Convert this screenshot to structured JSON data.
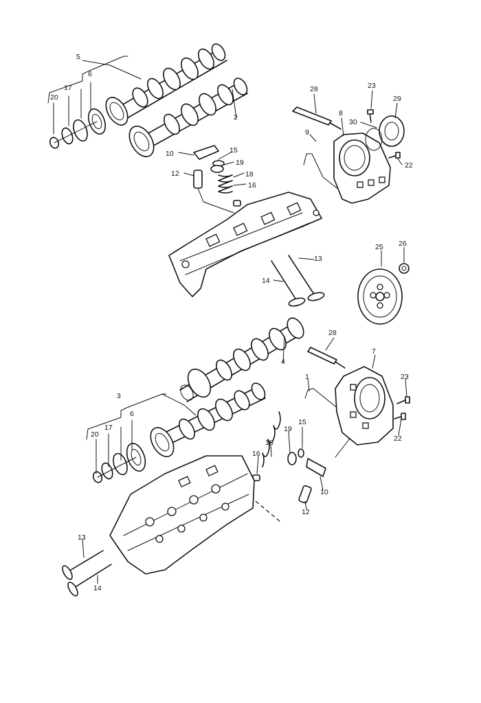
{
  "callouts": {
    "n1": "1",
    "n2": "2",
    "n3": "3",
    "n4": "4",
    "n5": "5",
    "n6": "6",
    "n6b": "6",
    "n7": "7",
    "n8": "8",
    "n9": "9",
    "n10a": "10",
    "n10b": "10",
    "n12a": "12",
    "n12b": "12",
    "n13a": "13",
    "n13b": "13",
    "n14a": "14",
    "n14b": "14",
    "n15a": "15",
    "n15b": "15",
    "n16a": "16",
    "n16b": "16",
    "n17a": "17",
    "n17b": "17",
    "n18a": "18",
    "n18b": "18",
    "n19a": "19",
    "n19b": "19",
    "n20a": "20",
    "n20b": "20",
    "n22a": "22",
    "n22b": "22",
    "n23a": "23",
    "n23b": "23",
    "n25": "25",
    "n26": "26",
    "n28a": "28",
    "n28b": "28",
    "n29": "29",
    "n30": "30"
  },
  "colors": {
    "line": "#111111",
    "background": "#ffffff"
  }
}
